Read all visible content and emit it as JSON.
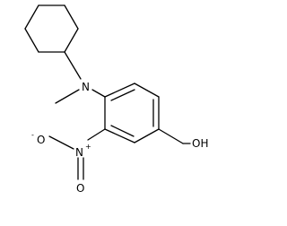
{
  "molecule": {
    "atoms": {
      "nitrogen_amine": "N",
      "nitrogen_nitro": "N",
      "nitro_charge": "+",
      "oxygen_top": "O",
      "oxygen_top_charge": "-",
      "oxygen_bottom": "O",
      "hydroxyl": "OH"
    },
    "colors": {
      "bond": "#000000",
      "label": "#000000",
      "background": "#ffffff"
    }
  }
}
